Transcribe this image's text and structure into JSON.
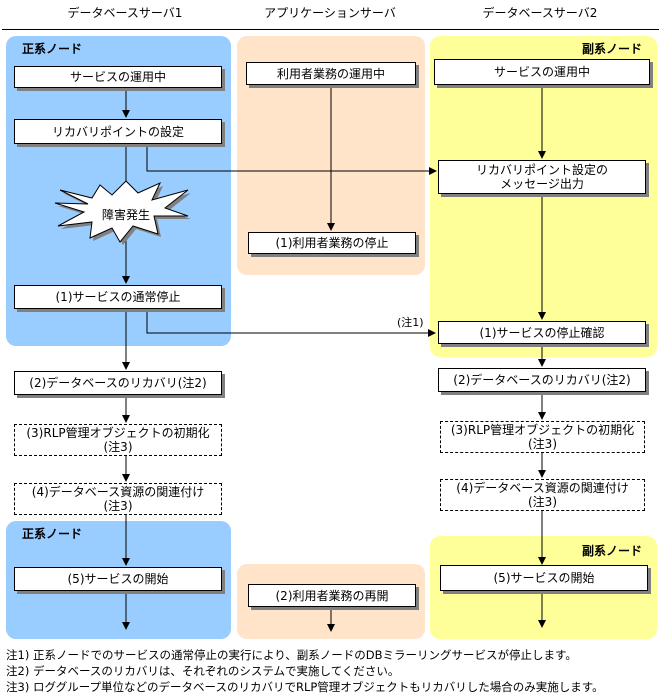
{
  "columns": {
    "db1": "データベースサーバ1",
    "app": "アプリケーションサーバ",
    "db2": "データベースサーバ2"
  },
  "lanes": {
    "primary_label": "正系ノード",
    "secondary_label": "副系ノード"
  },
  "colors": {
    "primary_lane": "#99ccff",
    "app_lane": "#ffe4c9",
    "secondary_lane": "#ffff99"
  },
  "db1": {
    "running": "サービスの運用中",
    "set_recovery_point": "リカバリポイントの設定",
    "failure": "障害発生",
    "step1": "(1)サービスの通常停止",
    "step2": "(2)データベースのリカバリ(注2)",
    "step3_line1": "(3)RLP管理オブジェクトの初期化",
    "step3_line2": "(注3)",
    "step4_line1": "(4)データベース資源の関連付け",
    "step4_line2": "(注3)",
    "step5": "(5)サービスの開始"
  },
  "app": {
    "running": "利用者業務の運用中",
    "step1": "(1)利用者業務の停止",
    "step2": "(2)利用者業務の再開"
  },
  "db2": {
    "running": "サービスの運用中",
    "msg_line1": "リカバリポイント設定の",
    "msg_line2": "メッセージ出力",
    "step1": "(1)サービスの停止確認",
    "step2": "(2)データベースのリカバリ(注2)",
    "step3_line1": "(3)RLP管理オブジェクトの初期化",
    "step3_line2": "(注3)",
    "step4_line1": "(4)データベース資源の関連付け",
    "step4_line2": "(注3)",
    "step5": "(5)サービスの開始"
  },
  "annotation_note1": "(注1)",
  "footnotes": [
    "注1) 正系ノードでのサービスの通常停止の実行により、副系ノードのDBミラーリングサービスが停止します。",
    "注2) データベースのリカバリは、それぞれのシステムで実施してください。",
    "注3) ロググループ単位などのデータベースのリカバリでRLP管理オブジェクトもリカバリした場合のみ実施します。"
  ]
}
